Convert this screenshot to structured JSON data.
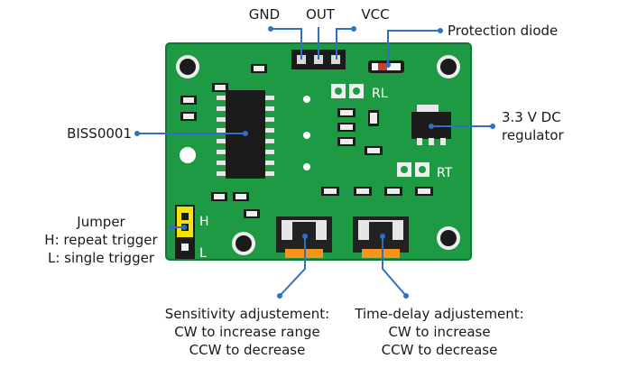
{
  "labels": {
    "gnd": "GND",
    "out": "OUT",
    "vcc": "VCC",
    "protection_diode": "Protection diode",
    "regulator_line1": "3.3 V DC",
    "regulator_line2": "regulator",
    "biss": "BISS0001",
    "jumper_line1": "Jumper",
    "jumper_line2": "H: repeat trigger",
    "jumper_line3": "L: single trigger",
    "sensitivity_line1": "Sensitivity adjustement:",
    "sensitivity_line2": "CW to increase range",
    "sensitivity_line3": "CCW to decrease",
    "timedelay_line1": "Time-delay adjustement:",
    "timedelay_line2": "CW to increase",
    "timedelay_line3": "CCW to decrease"
  },
  "board_labels": {
    "rl": "RL",
    "rt": "RT",
    "h": "H",
    "l": "L"
  },
  "colors": {
    "pcb": "#1e9a45",
    "pcb_border": "#0f7a34",
    "leader": "#2f6fc4",
    "pot_body": "#222222",
    "pot_knob": "#f7941d",
    "jumper": "#f5e400"
  }
}
